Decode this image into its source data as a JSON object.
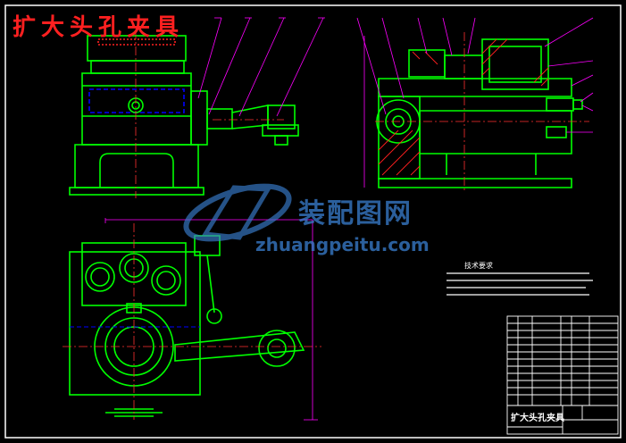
{
  "drawing": {
    "title": "扩大头孔夹具",
    "tech_requirements_title": "技术要求",
    "title_block_name": "扩大头孔夹具",
    "watermark": {
      "brand": "装配图网",
      "url": "zhuangpeitu.com"
    }
  },
  "colors": {
    "background": "#000000",
    "frame": "#ffffff",
    "outline": "#00ff00",
    "hidden": "#0000ff",
    "section_hatch": "#ff2020",
    "dimension": "#ff00ff",
    "center": "#ff3030",
    "title": "#ff2020",
    "watermark": "#3a7fd0"
  }
}
